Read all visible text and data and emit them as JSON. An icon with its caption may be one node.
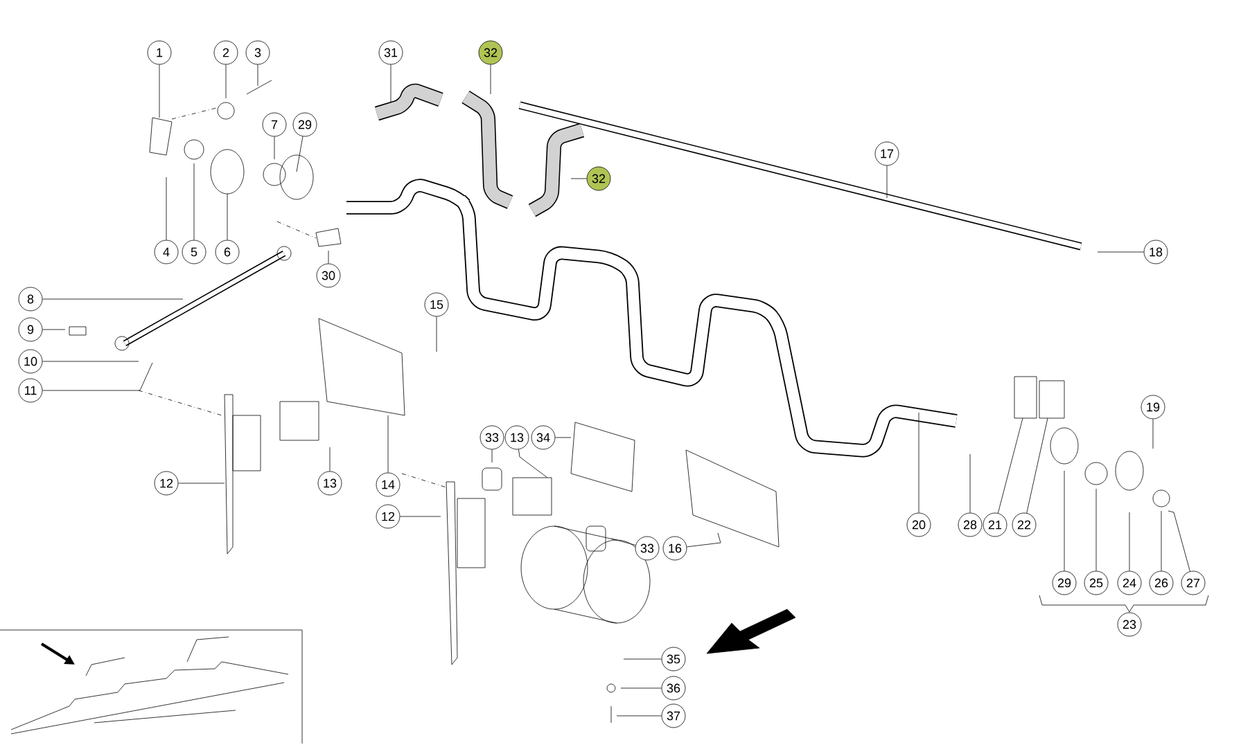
{
  "diagram": {
    "nodes": [
      {
        "text": [
          "1"
        ]
      },
      {
        "text": [
          "2"
        ]
      },
      {
        "text": [
          "3"
        ]
      },
      {
        "text": [
          "7"
        ]
      },
      {
        "text": [
          "29"
        ]
      },
      {
        "text": [
          "4"
        ]
      },
      {
        "text": [
          "5"
        ]
      },
      {
        "text": [
          "6"
        ]
      },
      {
        "text": [
          "30"
        ]
      },
      {
        "text": [
          "31"
        ]
      },
      {
        "text": [
          "32"
        ]
      },
      {
        "text": [
          "32"
        ]
      },
      {
        "text": [
          "17"
        ]
      },
      {
        "text": [
          "18"
        ]
      },
      {
        "text": [
          "8"
        ]
      },
      {
        "text": [
          "9"
        ]
      },
      {
        "text": [
          "10"
        ]
      },
      {
        "text": [
          "11"
        ]
      },
      {
        "text": [
          "15"
        ]
      },
      {
        "text": [
          "12"
        ]
      },
      {
        "text": [
          "13"
        ]
      },
      {
        "text": [
          "14"
        ]
      },
      {
        "text": [
          "12"
        ]
      },
      {
        "text": [
          "33"
        ]
      },
      {
        "text": [
          "13"
        ]
      },
      {
        "text": [
          "34"
        ]
      },
      {
        "text": [
          "33"
        ]
      },
      {
        "text": [
          "16"
        ]
      },
      {
        "text": [
          "20"
        ]
      },
      {
        "text": [
          "28"
        ]
      },
      {
        "text": [
          "21"
        ]
      },
      {
        "text": [
          "22"
        ]
      },
      {
        "text": [
          "19"
        ]
      },
      {
        "text": [
          "29"
        ]
      },
      {
        "text": [
          "25"
        ]
      },
      {
        "text": [
          "24"
        ]
      },
      {
        "text": [
          "26"
        ]
      },
      {
        "text": [
          "27"
        ]
      },
      {
        "text": [
          "23"
        ]
      },
      {
        "text": [
          "35"
        ]
      },
      {
        "text": [
          "36"
        ]
      },
      {
        "text": [
          "37"
        ]
      }
    ],
    "edges": [
      {
        "from": 0,
        "to": null,
        "arrow": "none"
      },
      {
        "from": 1,
        "to": null,
        "arrow": "none"
      },
      {
        "from": 2,
        "to": null,
        "arrow": "none"
      },
      {
        "from": 3,
        "to": null,
        "arrow": "none"
      },
      {
        "from": 4,
        "to": null,
        "arrow": "none"
      },
      {
        "from": 5,
        "to": null,
        "arrow": "none"
      },
      {
        "from": 6,
        "to": null,
        "arrow": "none"
      },
      {
        "from": 7,
        "to": null,
        "arrow": "none"
      },
      {
        "from": 8,
        "to": null,
        "arrow": "none"
      },
      {
        "from": 9,
        "to": null,
        "arrow": "none"
      },
      {
        "from": 10,
        "to": null,
        "arrow": "none"
      },
      {
        "from": 11,
        "to": null,
        "arrow": "none"
      },
      {
        "from": 12,
        "to": null,
        "arrow": "none"
      },
      {
        "from": 13,
        "to": null,
        "arrow": "none"
      },
      {
        "from": 14,
        "to": null,
        "arrow": "none"
      },
      {
        "from": 15,
        "to": null,
        "arrow": "none"
      },
      {
        "from": 16,
        "to": null,
        "arrow": "none"
      },
      {
        "from": 17,
        "to": null,
        "arrow": "none"
      },
      {
        "from": 18,
        "to": null,
        "arrow": "none"
      },
      {
        "from": 19,
        "to": null,
        "arrow": "none"
      },
      {
        "from": 20,
        "to": null,
        "arrow": "none"
      },
      {
        "from": 21,
        "to": null,
        "arrow": "none"
      },
      {
        "from": 22,
        "to": null,
        "arrow": "none"
      },
      {
        "from": 23,
        "to": null,
        "arrow": "none"
      },
      {
        "from": 24,
        "to": null,
        "arrow": "none"
      },
      {
        "from": 25,
        "to": null,
        "arrow": "none"
      },
      {
        "from": 26,
        "to": null,
        "arrow": "none"
      },
      {
        "from": 27,
        "to": null,
        "arrow": "none"
      },
      {
        "from": 28,
        "to": null,
        "arrow": "none"
      },
      {
        "from": 29,
        "to": null,
        "arrow": "none"
      },
      {
        "from": 30,
        "to": null,
        "arrow": "none"
      },
      {
        "from": 31,
        "to": null,
        "arrow": "none"
      },
      {
        "from": 32,
        "to": null,
        "arrow": "none"
      },
      {
        "from": 33,
        "to": null,
        "arrow": "none"
      },
      {
        "from": 34,
        "to": null,
        "arrow": "none"
      },
      {
        "from": 35,
        "to": null,
        "arrow": "none"
      },
      {
        "from": 36,
        "to": null,
        "arrow": "none"
      },
      {
        "from": 37,
        "to": null,
        "arrow": "none"
      },
      {
        "from": 39,
        "to": null,
        "arrow": "none"
      },
      {
        "from": 40,
        "to": null,
        "arrow": "none"
      },
      {
        "from": 41,
        "to": null,
        "arrow": "none"
      }
    ]
  }
}
